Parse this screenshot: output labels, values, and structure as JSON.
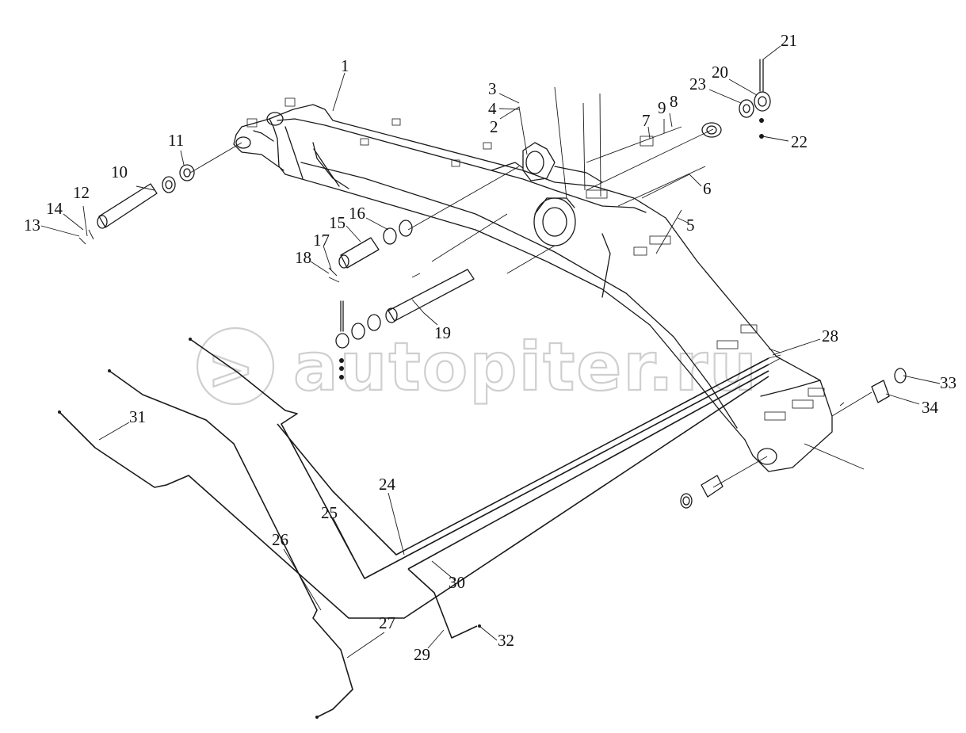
{
  "watermark": {
    "text": "autopiter.ru",
    "color": "#cfcfcf"
  },
  "corner_mark": "",
  "callouts": [
    "1",
    "2",
    "3",
    "4",
    "5",
    "6",
    "7",
    "8",
    "9",
    "10",
    "11",
    "12",
    "13",
    "14",
    "15",
    "16",
    "17",
    "18",
    "19",
    "20",
    "21",
    "22",
    "23",
    "24",
    "25",
    "26",
    "27",
    "28",
    "29",
    "30",
    "31",
    "32",
    "33",
    "34"
  ],
  "colors": {
    "line": "#1a1a1a",
    "background": "#ffffff"
  }
}
